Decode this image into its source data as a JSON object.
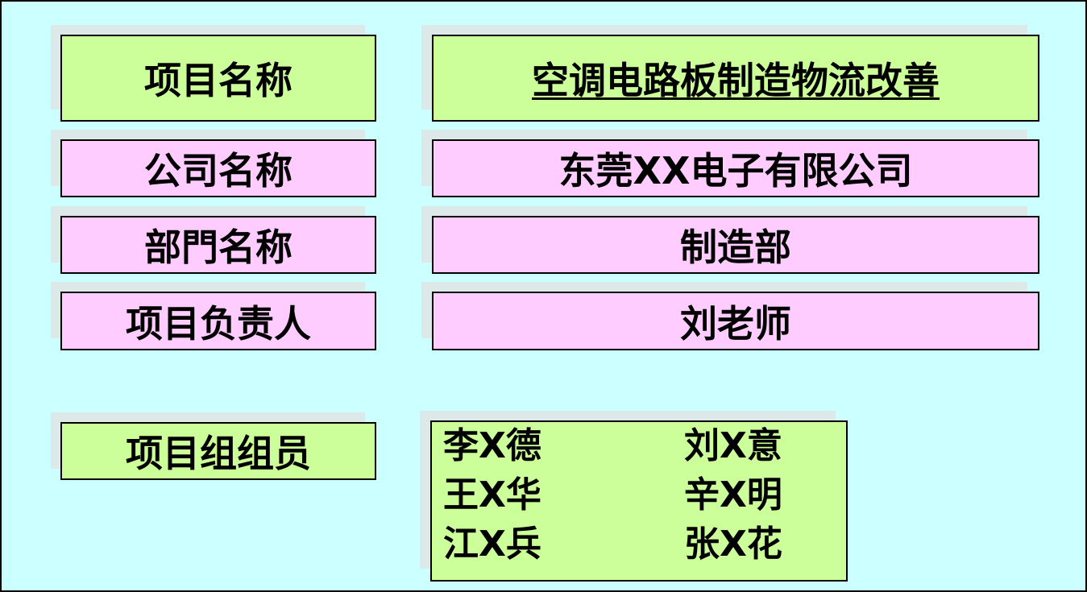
{
  "project_name_label": "项目名称",
  "project_name_value": "空调电路板制造物流改善",
  "company_name_label": "公司名称",
  "company_name_value": "东莞XX电子有限公司",
  "department_name_label": "部門名称",
  "department_name_value": "制造部",
  "project_leader_label": "项目负责人",
  "project_leader_value": "刘老师",
  "team_members_label": "项目组组员",
  "team_members": [
    "李X德",
    "刘X意",
    "王X华",
    "辛X明",
    "江X兵",
    "张X花"
  ],
  "colors": {
    "background": "#ccffff",
    "green_box": "#ccff99",
    "pink_box": "#ffccff"
  }
}
